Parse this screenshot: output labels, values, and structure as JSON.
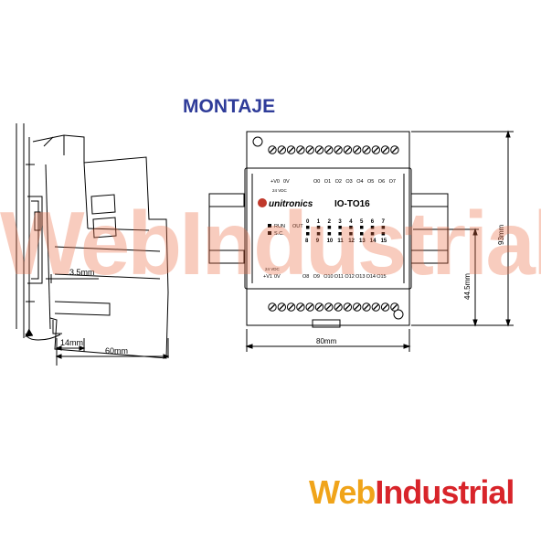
{
  "title": "MONTAJE",
  "watermark": {
    "part1": "Web",
    "part2": "Industrial"
  },
  "logo": {
    "part1": "Web",
    "part2": "Industrial",
    "color1": "#f0a41a",
    "color2": "#d8242a"
  },
  "side_view": {
    "dim_3_5": "3.5mm",
    "dim_14": "14mm",
    "dim_60": "60mm"
  },
  "front_view": {
    "brand": "unitronics",
    "model": "IO-TO16",
    "dim_80": "80mm",
    "dim_93": "93mm",
    "dim_44_5": "44.5mm",
    "power_top": [
      "+V0",
      "0V"
    ],
    "power_top_sub": "24 VDC",
    "out_top": [
      "O0",
      "O1",
      "O2",
      "O3",
      "O4",
      "O5",
      "O6",
      "O7"
    ],
    "run_label": "RUN",
    "sc_label": "S.C.",
    "out_label": "OUT",
    "led_top": [
      "0",
      "1",
      "2",
      "3",
      "4",
      "5",
      "6",
      "7"
    ],
    "led_bottom": [
      "8",
      "9",
      "10",
      "11",
      "12",
      "13",
      "14",
      "15"
    ],
    "power_bottom_sub": "24 VDC",
    "power_bottom": [
      "+V1",
      "0V"
    ],
    "out_bottom": [
      "O8",
      "O9",
      "O10",
      "O11",
      "O12",
      "O13",
      "O14",
      "O15"
    ]
  }
}
